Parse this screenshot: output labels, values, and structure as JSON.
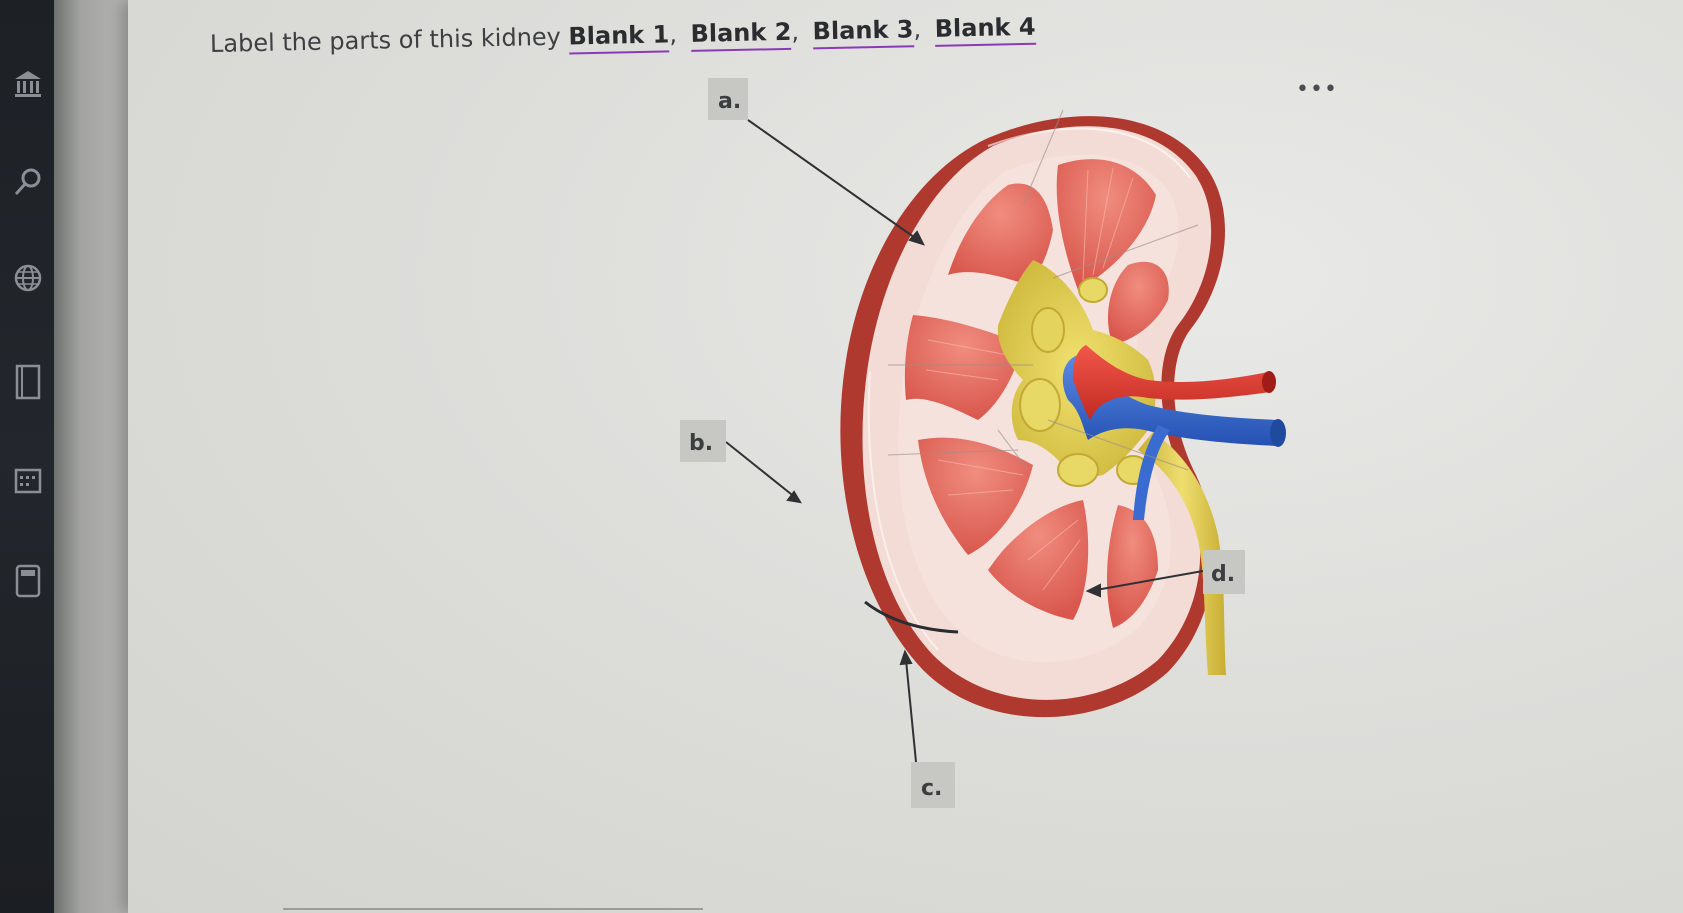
{
  "question": {
    "prompt": "Label the parts of this kidney",
    "blanks": [
      "Blank 1",
      "Blank 2",
      "Blank 3",
      "Blank 4"
    ],
    "separator": ","
  },
  "menu": {
    "more_label": "•••"
  },
  "figure": {
    "labels": {
      "a": "a.",
      "b": "b.",
      "c": "c.",
      "d": "d."
    }
  },
  "colors": {
    "blank_underline": "#8b3ab7",
    "artery": "#e2342a",
    "vein": "#2f62c9",
    "ureter": "#d8c34a",
    "pyramid": "#e8786a",
    "capsule": "#b8423a"
  },
  "icons": [
    "institution-icon",
    "search-icon",
    "globe-icon",
    "book-icon",
    "calendar-icon",
    "calculator-icon"
  ]
}
